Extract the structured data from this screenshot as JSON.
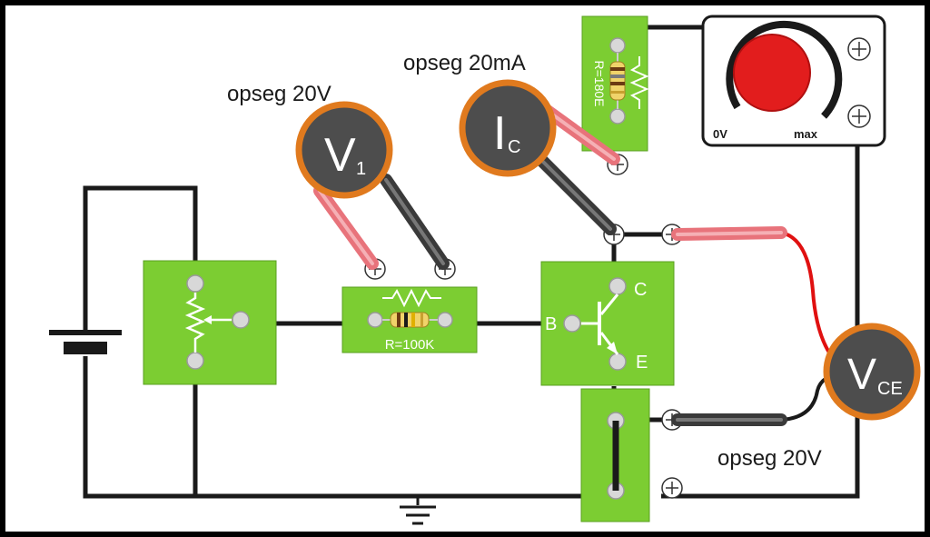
{
  "labels": {
    "v1_range": "opseg 20V",
    "ic_range": "opseg 20mA",
    "vce_range": "opseg 20V",
    "resistor_base": "R=100K",
    "resistor_collector": "R=180E",
    "knob_min": "0V",
    "knob_max": "max",
    "pin_c": "C",
    "pin_b": "B",
    "pin_e": "E"
  },
  "meters": {
    "v1": {
      "main": "V",
      "sub": "1"
    },
    "ic": {
      "main": "I",
      "sub": "C"
    },
    "vce": {
      "main": "V",
      "sub": "CE"
    }
  },
  "colors": {
    "board": "#ffffff",
    "wire": "#1a1a1a",
    "module": "#7ccd32",
    "meter_fill": "#4d4d4d",
    "meter_ring": "#e07a1e",
    "knob": "#e21d1d",
    "probe_red": "#e8737b",
    "probe_black": "#3a3a3a",
    "red_lead": "#e01010"
  }
}
